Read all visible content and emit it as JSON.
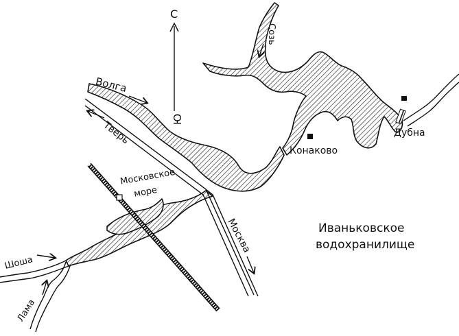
{
  "title": {
    "line1": "Иваньковское",
    "line2": "водохранилище"
  },
  "compass": {
    "north": "С",
    "south": "Ю"
  },
  "labels": {
    "volga": "Волга",
    "tver": "Тверь",
    "sozh": "Созь",
    "konakovo": "Конаково",
    "dubna": "Дубна",
    "moskovskoe_line1": "Московское",
    "moskovskoe_line2": "море",
    "moskva": "Москва",
    "shosha": "Шоша",
    "lama": "Лама"
  },
  "colors": {
    "ink": "#111111",
    "paper": "#ffffff"
  }
}
